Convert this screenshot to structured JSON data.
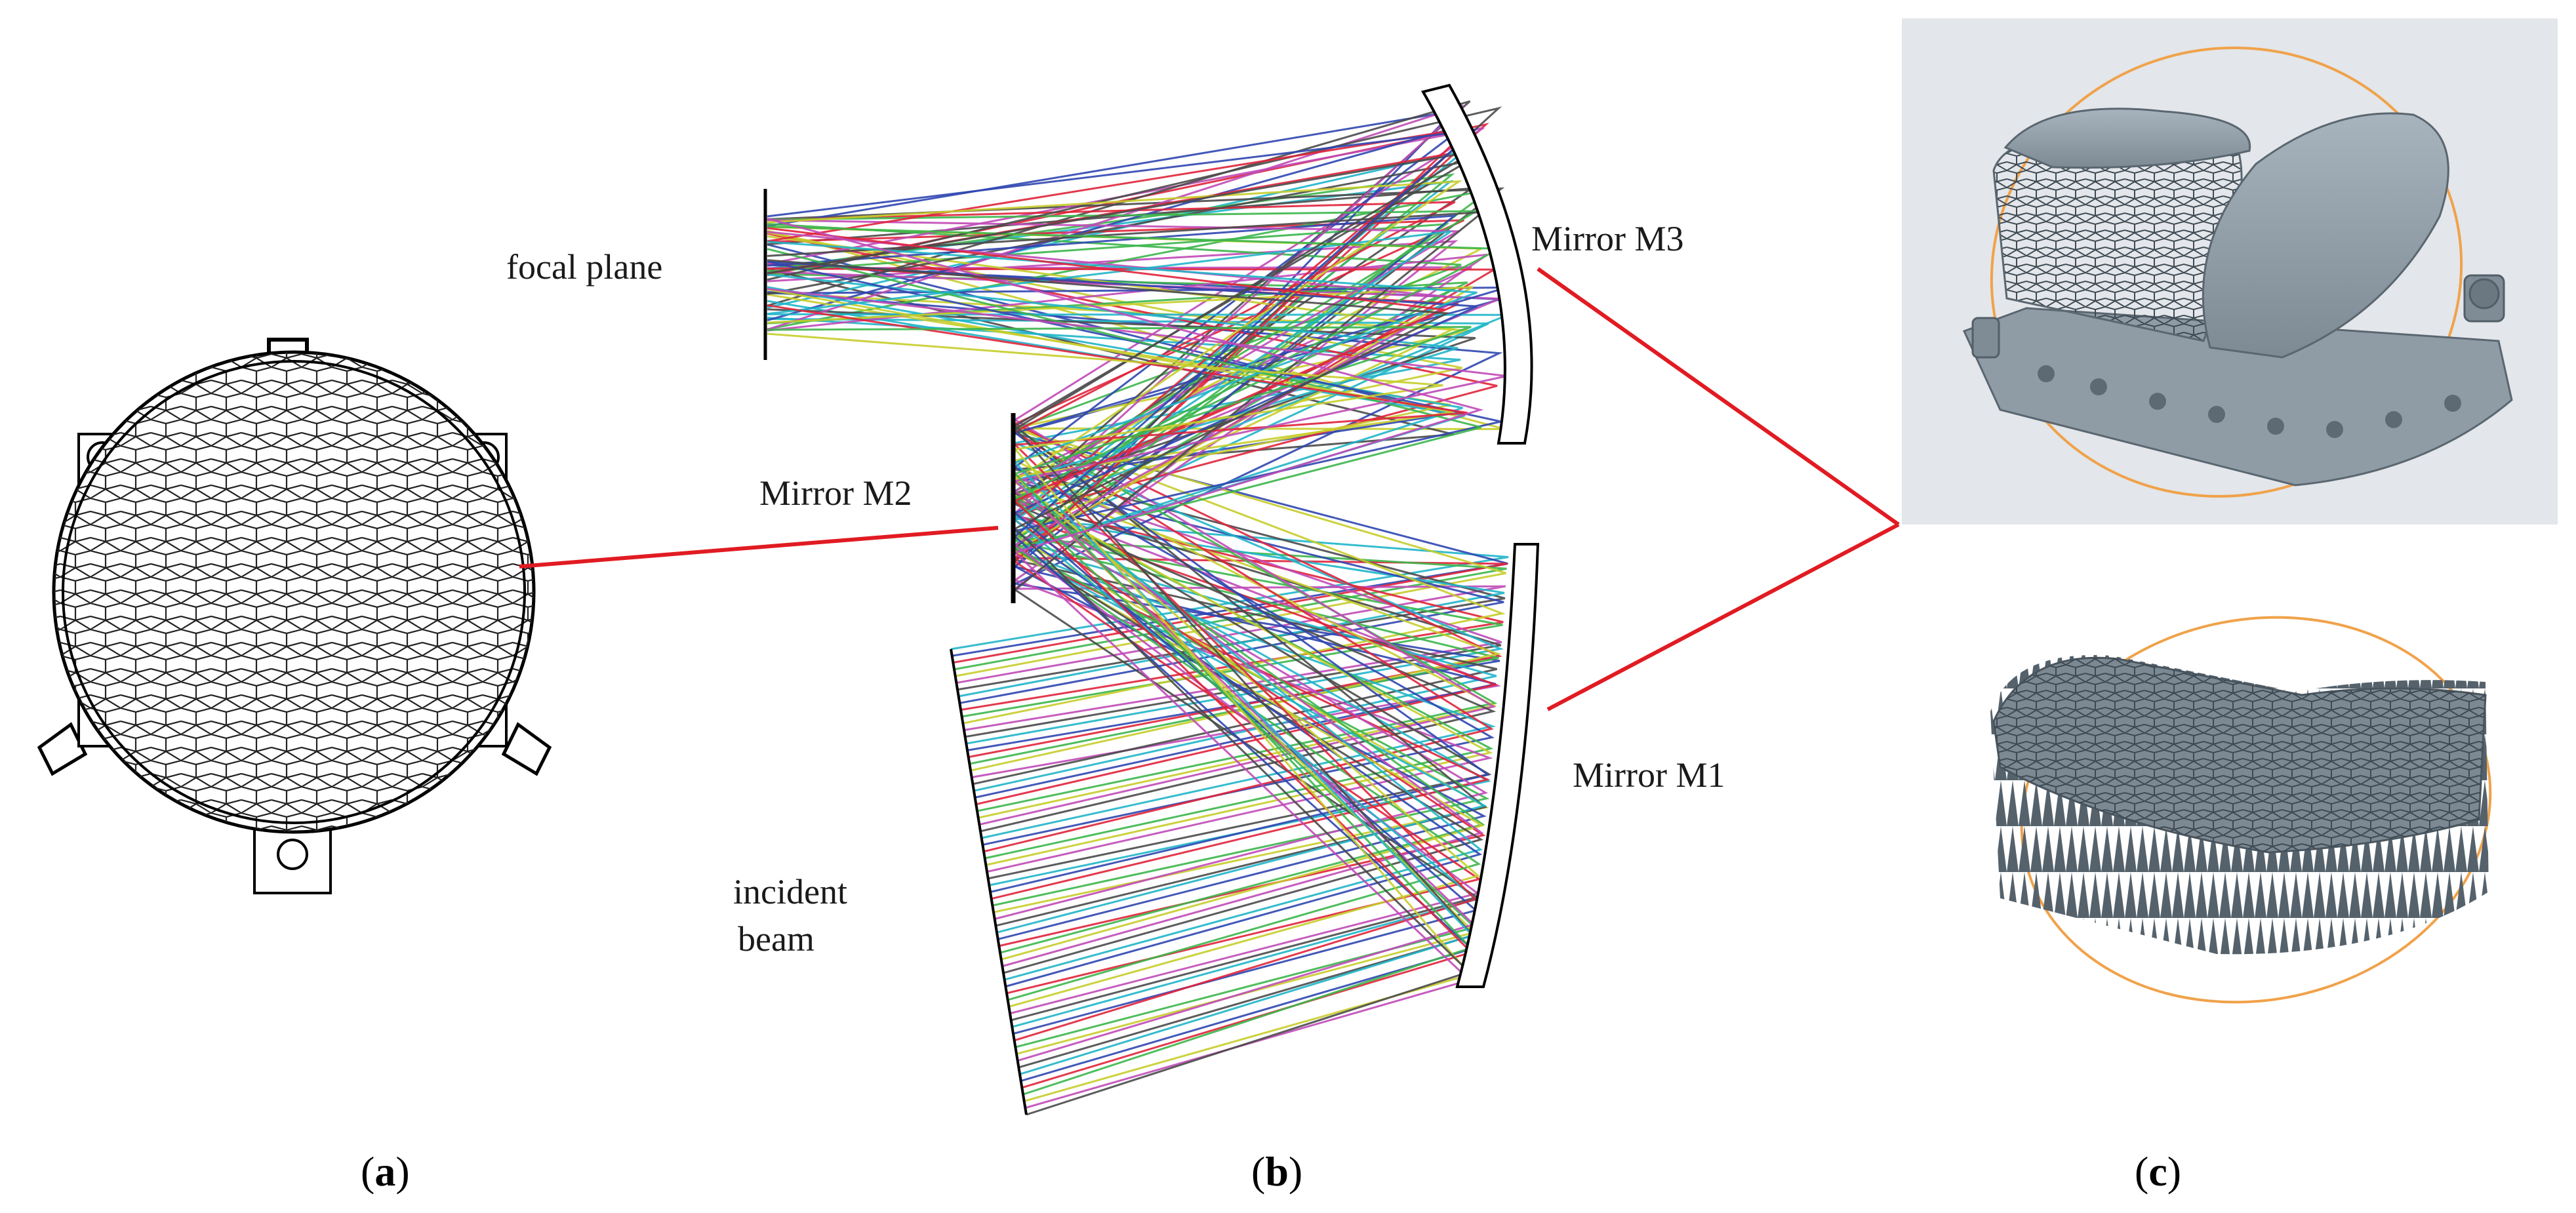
{
  "panels": {
    "a": {
      "caption_letter": "a"
    },
    "b": {
      "caption_letter": "b",
      "labels": {
        "focal_plane": "focal plane",
        "mirror_m3": "Mirror M3",
        "mirror_m2": "Mirror M2",
        "mirror_m1": "Mirror M1",
        "incident_beam_line1": "incident",
        "incident_beam_line2": "beam"
      },
      "ray_colors": [
        "#1fb5c9",
        "#2f46b0",
        "#e0243b",
        "#3cb64b",
        "#c6cd2a",
        "#c04ab7",
        "#4a4a4a"
      ]
    },
    "c": {
      "caption_letter": "c"
    }
  },
  "colors": {
    "connector": "#e11b22",
    "cad_gray": "#8d9aa5",
    "cad_bg": "#e3e6ea",
    "ellipse": "#f0a24a"
  }
}
